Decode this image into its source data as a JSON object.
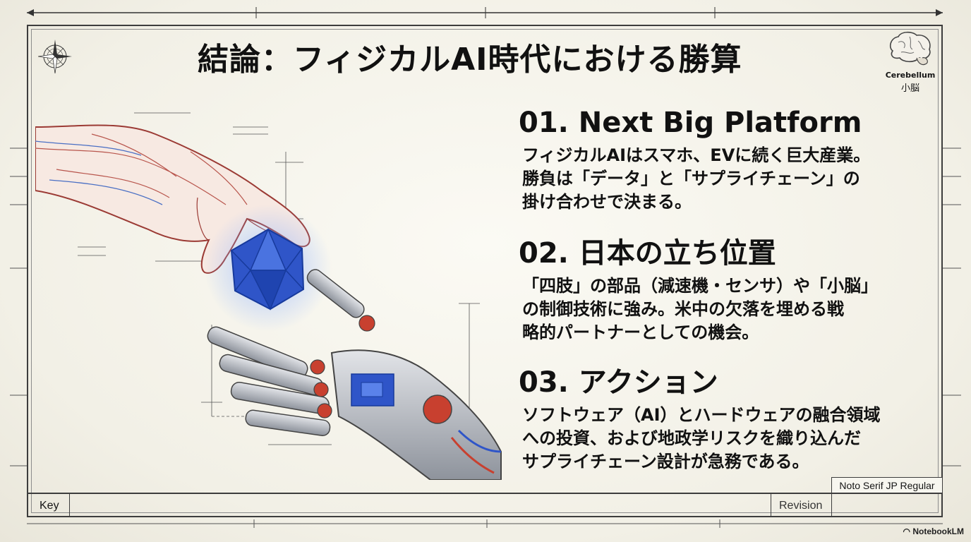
{
  "title": "結論：フィジカルAI時代における勝算",
  "logo": {
    "name": "Cerebellum",
    "sub": "小脳",
    "icon": "brain-icon"
  },
  "sections": [
    {
      "heading": "01. Next Big Platform",
      "body": "フィジカルAIはスマホ、EVに続く巨大産業。\n勝負は「データ」と「サプライチェーン」の\n掛け合わせで決まる。"
    },
    {
      "heading": "02. 日本の立ち位置",
      "body": "「四肢」の部品（減速機・センサ）や「小脳」\nの制御技術に強み。米中の欠落を埋める戦\n略的パートナーとしての機会。"
    },
    {
      "heading": "03. アクション",
      "body": "ソフトウェア（AI）とハードウェアの融合領域\nへの投資、および地政学リスクを織り込んだ\nサプライチェーン設計が急務である。"
    }
  ],
  "titleblock": {
    "key": "Key",
    "revision": "Revision",
    "font_note": "Noto Serif JP Regular"
  },
  "footer": {
    "brand": "NotebookLM"
  },
  "colors": {
    "paper": "#f3f1e8",
    "ink": "#151515",
    "gem": "#2f55c8",
    "hand_red": "#9b3a34",
    "robot_red": "#c8402f"
  }
}
